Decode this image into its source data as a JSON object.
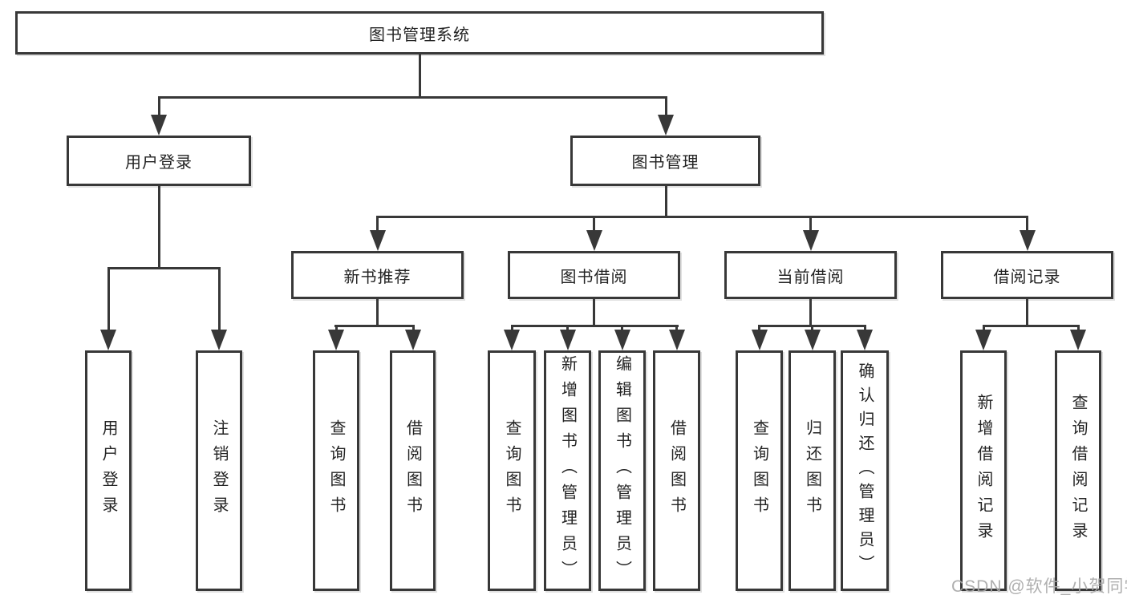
{
  "colors": {
    "line": "#383838",
    "box_border": "#383838",
    "text": "#232323",
    "background": "#ffffff",
    "watermark": "#a8a8a8"
  },
  "watermark": {
    "text": "CSDN @软件_小贺同学"
  },
  "tree": {
    "root": "图书管理系统",
    "children": [
      {
        "label": "用户登录",
        "children": [
          "用户登录",
          "注销登录"
        ]
      },
      {
        "label": "图书管理",
        "children": [
          {
            "label": "新书推荐",
            "children": [
              "查询图书",
              "借阅图书"
            ]
          },
          {
            "label": "图书借阅",
            "children": [
              "查询图书",
              "新增图书（管理员）",
              "编辑图书（管理员）",
              "借阅图书"
            ]
          },
          {
            "label": "当前借阅",
            "children": [
              "查询图书",
              "归还图书",
              "确认归还（管理员）"
            ]
          },
          {
            "label": "借阅记录",
            "children": [
              "新增借阅记录",
              "查询借阅记录"
            ]
          }
        ]
      }
    ]
  }
}
